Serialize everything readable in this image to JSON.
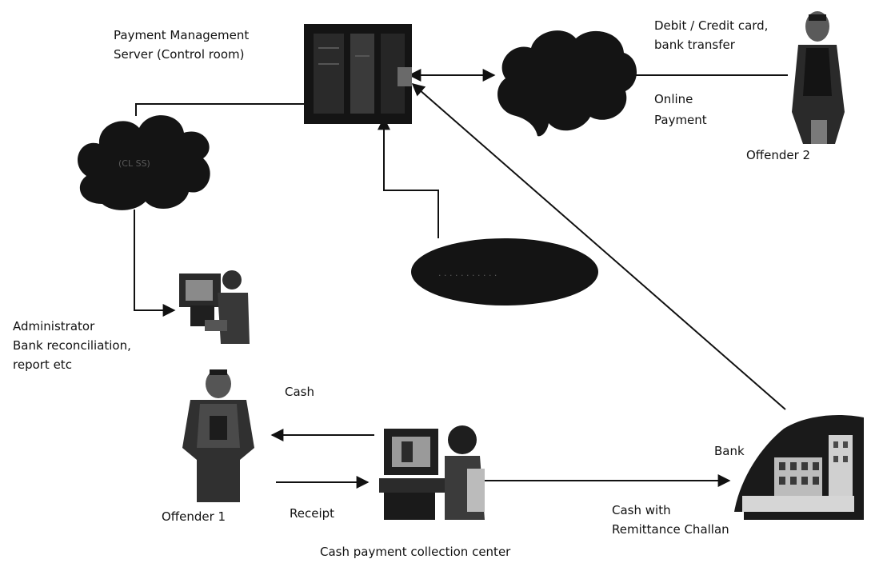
{
  "server": {
    "label_line1": "Payment Management",
    "label_line2": "Server (Control room)"
  },
  "offender2": {
    "name": "Offender 2",
    "payment_methods_line1": "Debit / Credit card,",
    "payment_methods_line2": "bank transfer",
    "online_line1": "Online",
    "online_line2": "Payment"
  },
  "administrator": {
    "line1": "Administrator",
    "line2": "Bank reconciliation,",
    "line3": "report etc"
  },
  "offender1": {
    "name": "Offender 1",
    "cash_label": "Cash",
    "receipt_label": "Receipt"
  },
  "collection_center": {
    "label": "Cash payment collection center",
    "to_bank_line1": "Cash with",
    "to_bank_line2": "Remittance Challan"
  },
  "bank": {
    "label": "Bank"
  },
  "colors": {
    "line": "#111111",
    "device_dark": "#141414",
    "device_mid": "#5a5a5a",
    "background": "#ffffff"
  }
}
